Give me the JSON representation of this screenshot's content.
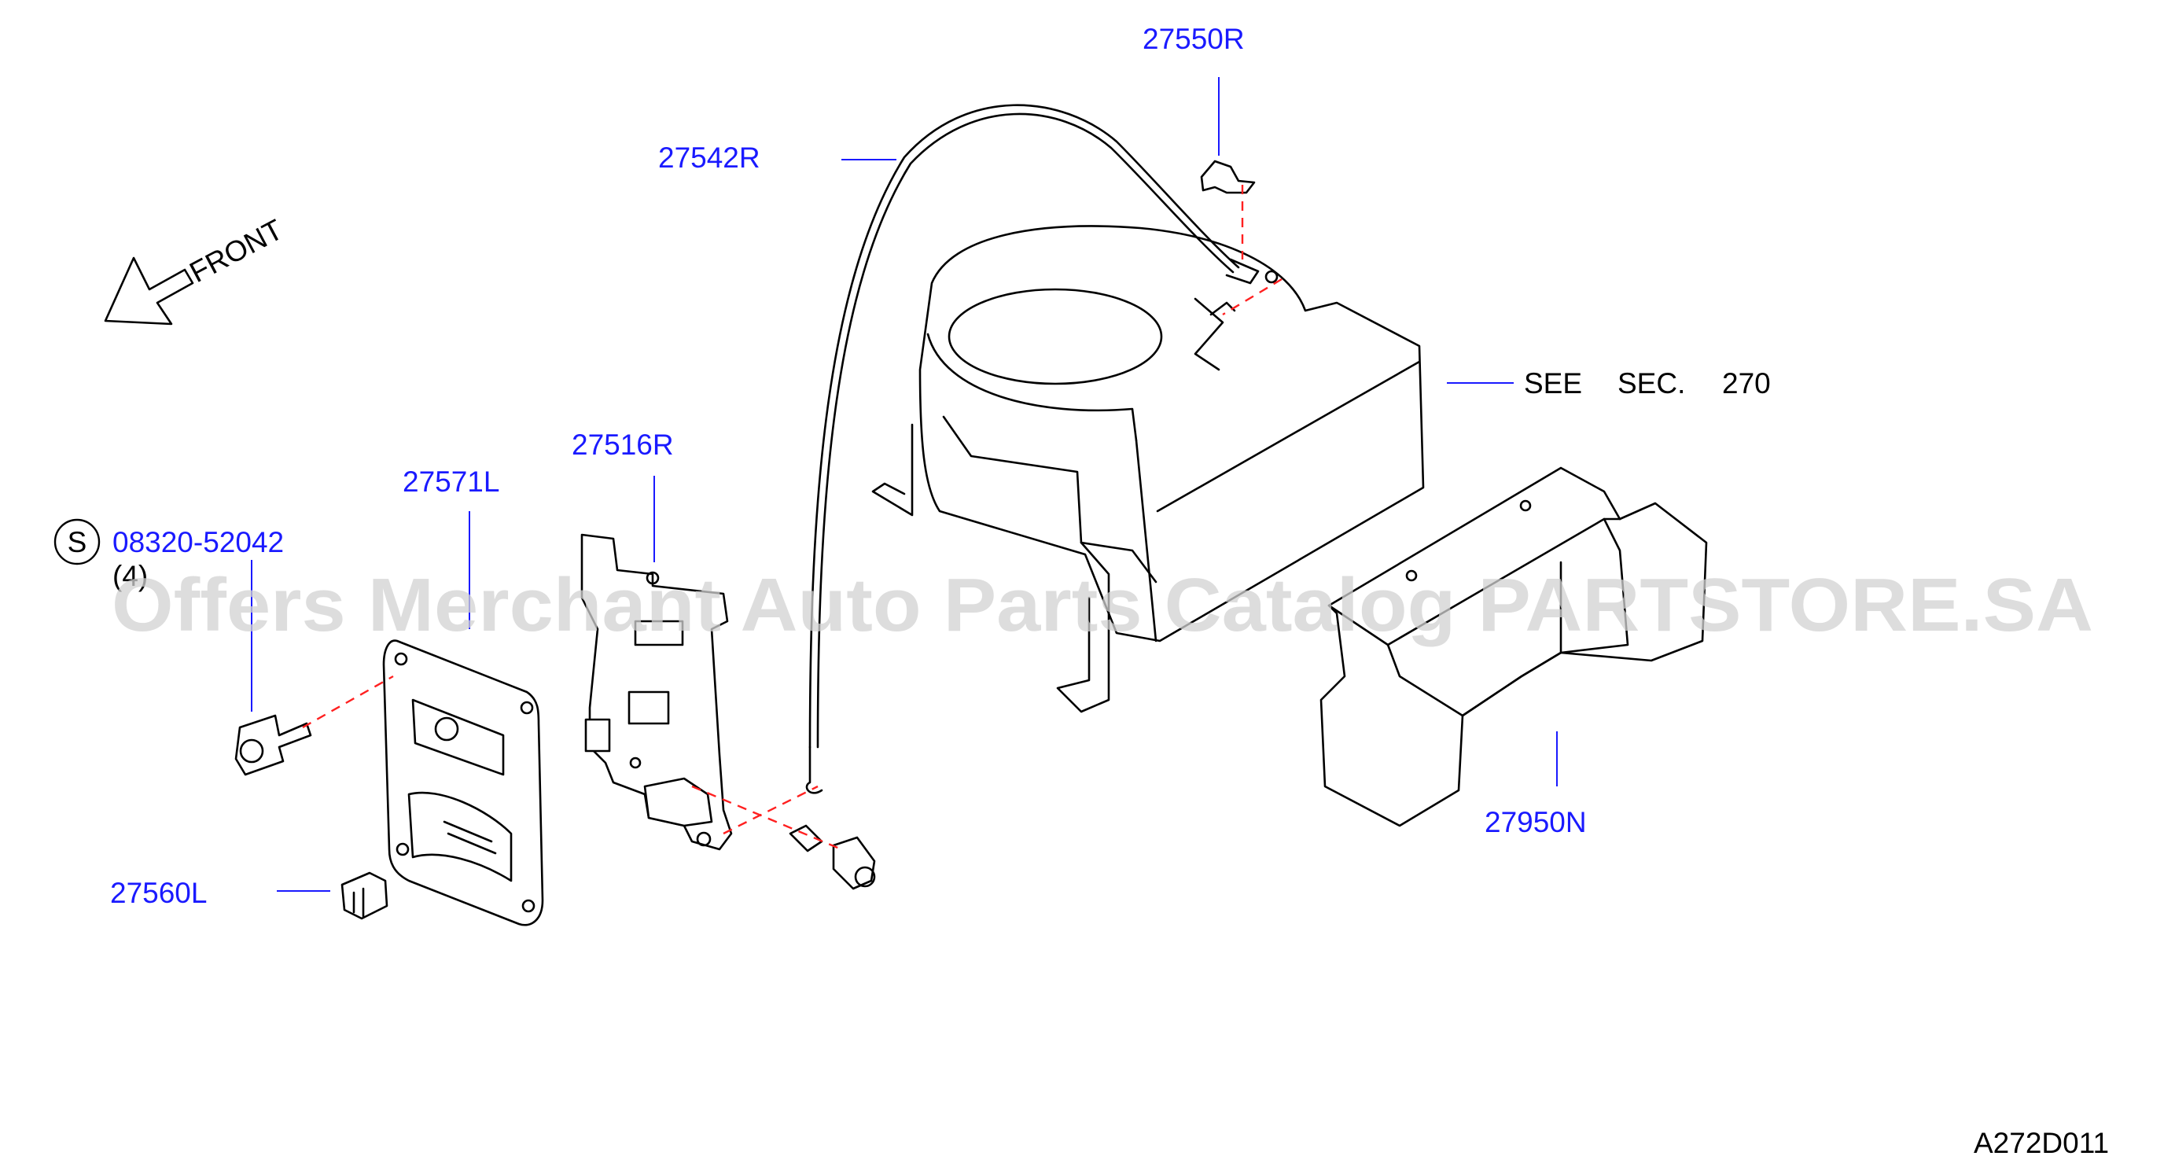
{
  "diagram_code": "A272D011",
  "watermark": "Offers Merchant Auto Parts Catalog PARTSTORE.SA",
  "direction_label": "FRONT",
  "see_section": {
    "see": "SEE",
    "sec": "SEC.",
    "number": "270"
  },
  "standard_part_marker": "S",
  "parts": {
    "cable": "27542R",
    "clip": "27550R",
    "bracket": "27516R",
    "control_panel": "27571L",
    "bolt": "08320-52042",
    "bolt_qty": "(4)",
    "knob": "27560L",
    "duct": "27950N"
  },
  "colors": {
    "label": "#1a1aff",
    "dashed_line": "#ff2020",
    "watermark": "#d2d2d2",
    "drawing": "#000000"
  }
}
